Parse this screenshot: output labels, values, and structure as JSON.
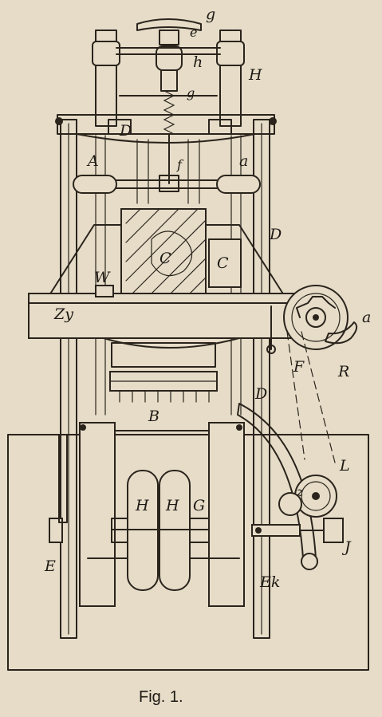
{
  "caption": "Fig. 1.",
  "labels": {
    "g": "g",
    "e": "e",
    "h": "h",
    "g2": "g",
    "H": "H",
    "D_top": "D",
    "A_left": "A",
    "f": "f",
    "a_right": "a",
    "D_right": "D",
    "C_center": "C",
    "C_box": "C",
    "W": "W",
    "Zy": "Zy",
    "a_lever": "a",
    "F": "F",
    "R": "R",
    "B": "B",
    "D_mid": "D",
    "L": "L",
    "Z": "z",
    "H1": "H",
    "H2": "H",
    "G": "G",
    "E_left": "E",
    "Ek": "Ek",
    "J": "J"
  }
}
